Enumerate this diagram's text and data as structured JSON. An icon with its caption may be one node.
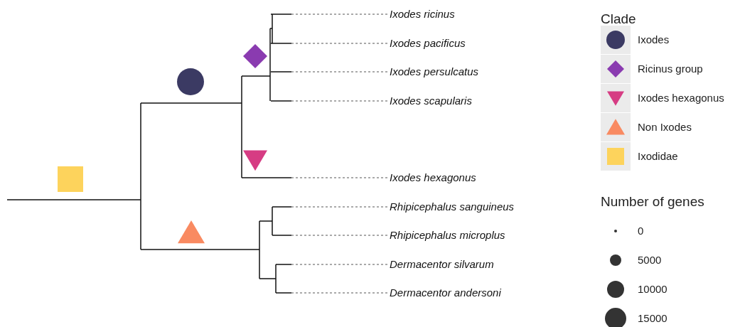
{
  "diagram": {
    "nodes": [
      {
        "text": [
          "Ixodes ricinus"
        ]
      },
      {
        "text": [
          "Ixodes pacificus"
        ]
      },
      {
        "text": [
          "Ixodes persulcatus"
        ]
      },
      {
        "text": [
          "Ixodes scapularis"
        ]
      },
      {
        "text": [
          "Ixodes hexagonus"
        ]
      },
      {
        "text": [
          "Rhipicephalus sanguineus"
        ]
      },
      {
        "text": [
          "Rhipicephalus microplus"
        ]
      },
      {
        "text": [
          "Dermacentor silvarum"
        ]
      },
      {
        "text": [
          "Dermacentor andersoni"
        ]
      }
    ],
    "labels": [
      "Clade",
      "Number of genes"
    ],
    "legend": [
      {
        "text": "Ixodes"
      },
      {
        "text": "Ricinus group"
      },
      {
        "text": "Ixodes hexagonus"
      },
      {
        "text": "Non Ixodes"
      },
      {
        "text": "Ixodidae"
      },
      {
        "text": "0"
      },
      {
        "text": "5000"
      },
      {
        "text": "10000"
      },
      {
        "text": "15000"
      }
    ]
  }
}
